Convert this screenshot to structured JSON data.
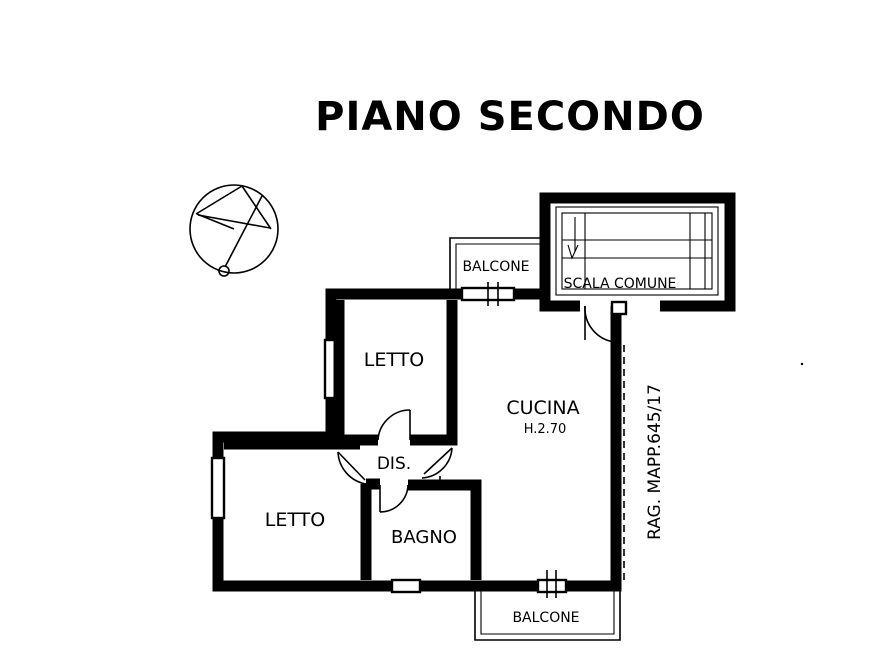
{
  "title": "PIANO SECONDO",
  "rooms": {
    "balcone_top": "BALCONE",
    "scala_comune": "SCALA COMUNE",
    "letto_1": "LETTO",
    "cucina": "CUCINA",
    "cucina_height": "H.2.70",
    "dis": "DIS.",
    "letto_2": "LETTO",
    "bagno": "BAGNO",
    "balcone_bottom": "BALCONE"
  },
  "side_label": "RAG. MAPP.645/17",
  "icons": {
    "compass": "north-compass-icon"
  }
}
